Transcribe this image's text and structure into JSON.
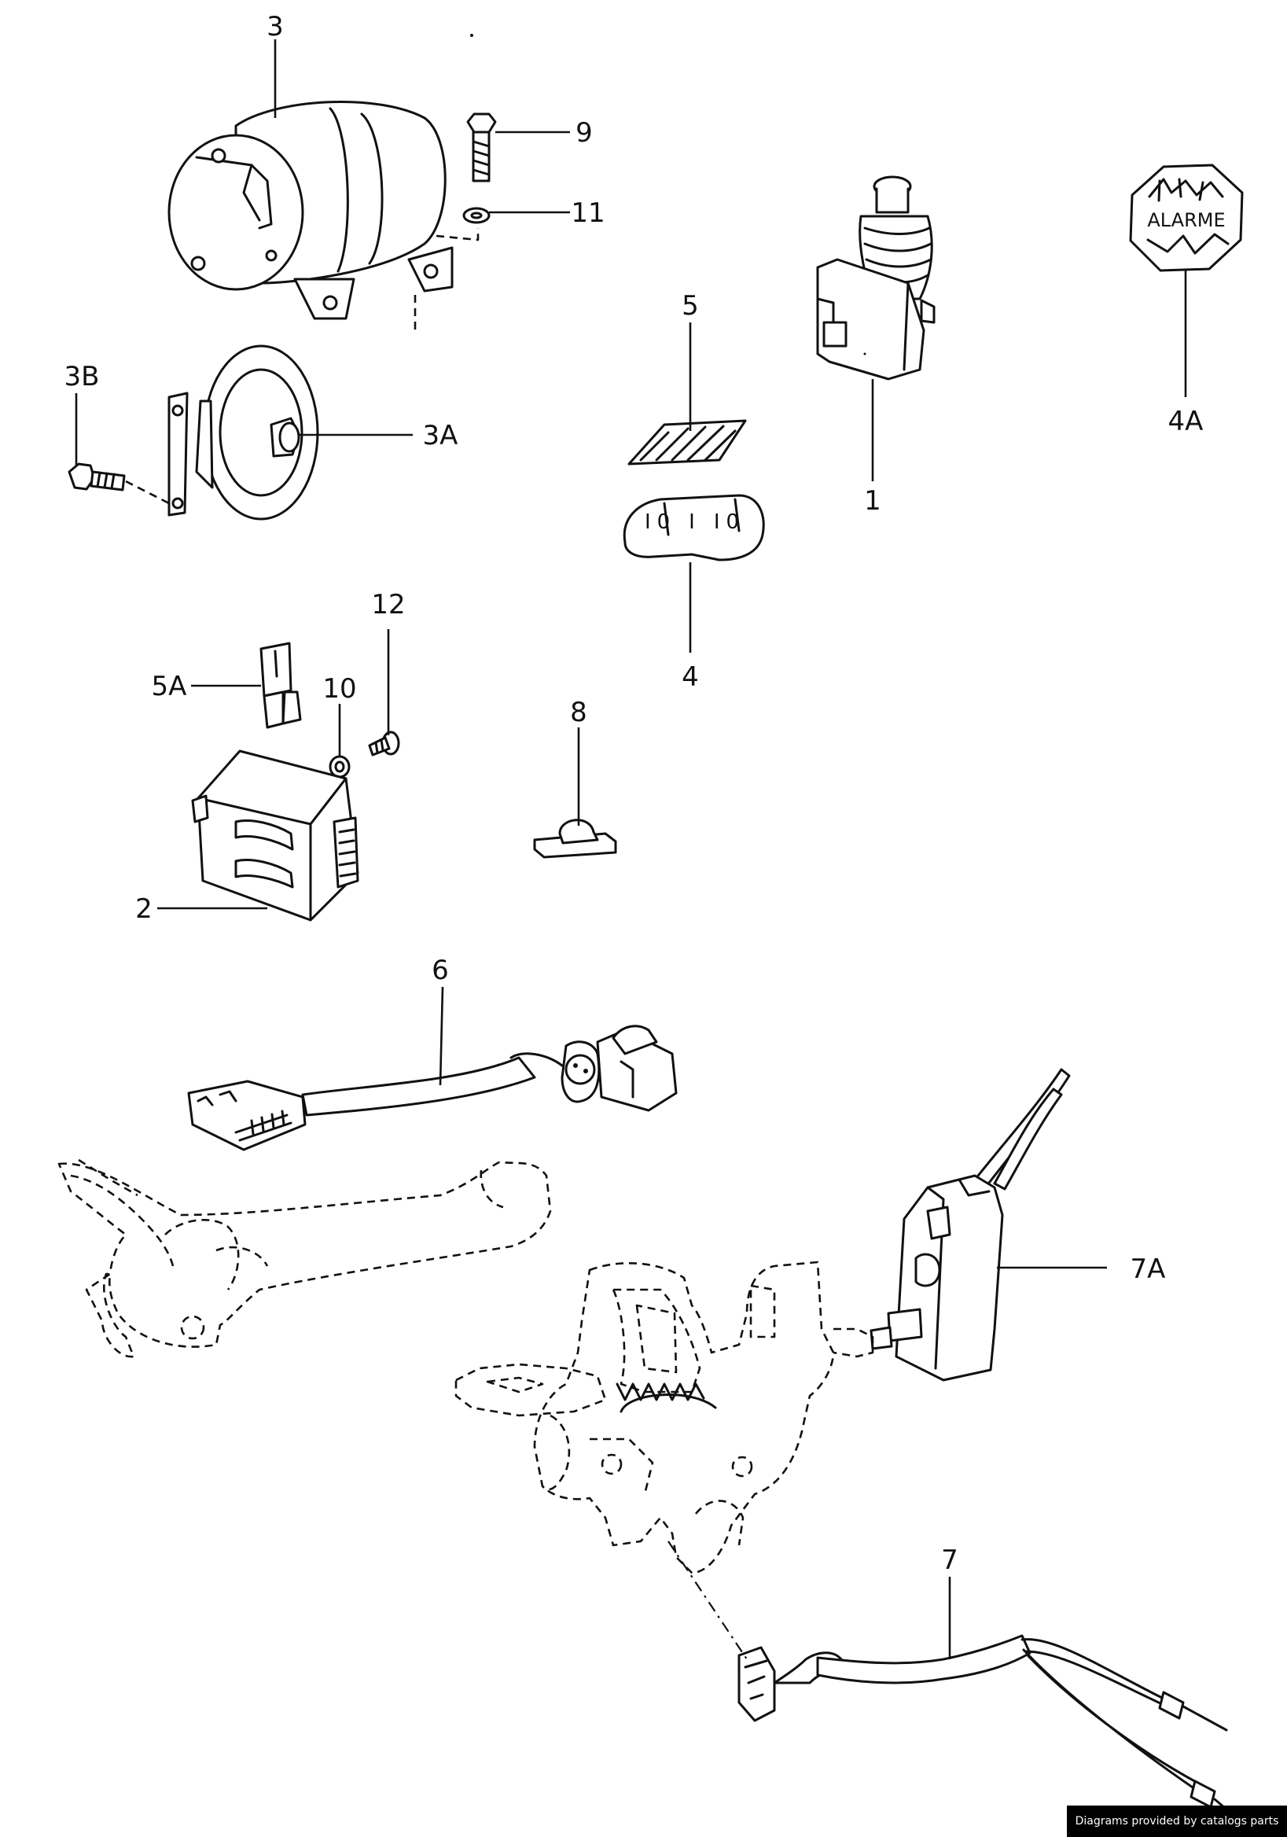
{
  "labels": {
    "p3": "3",
    "p9": "9",
    "p11": "11",
    "p3b": "3B",
    "p3a": "3A",
    "p5": "5",
    "p4": "4",
    "p1": "1",
    "p4a": "4A",
    "p12": "12",
    "p10": "10",
    "p5a": "5A",
    "p8": "8",
    "p2": "2",
    "p6": "6",
    "p7a": "7A",
    "p7": "7"
  },
  "sticker": {
    "text": "ALARME",
    "switch_marks": "I0  I  I0"
  },
  "credit": "Diagrams provided by catalogs parts"
}
